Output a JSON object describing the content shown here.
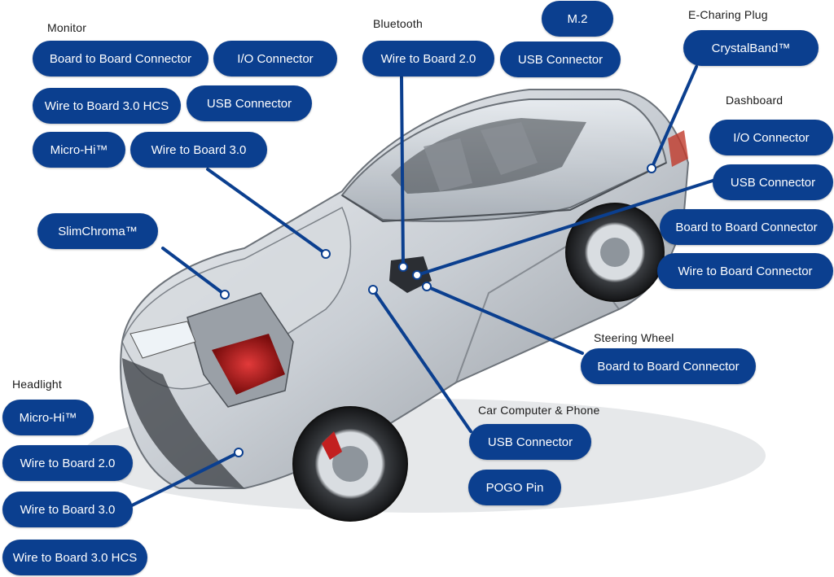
{
  "colors": {
    "pill_bg": "#0b3f8f",
    "pill_text": "#ffffff",
    "leader_line": "#0b3f8f",
    "heading_text": "#1a1a1a"
  },
  "car_image": "transparent-sedan-illustration",
  "groups": {
    "monitor": {
      "heading": "Monitor",
      "items": [
        "Board to Board Connector",
        "I/O Connector",
        "Wire to Board 3.0 HCS",
        "USB Connector",
        "Micro-Hi™",
        "Wire to Board 3.0"
      ]
    },
    "slimchroma": {
      "items": [
        "SlimChroma™"
      ]
    },
    "bluetooth": {
      "heading": "Bluetooth",
      "items": [
        "Wire to Board 2.0"
      ]
    },
    "misc_top": {
      "items": [
        "M.2",
        "USB Connector"
      ]
    },
    "echarging": {
      "heading": "E-Charing Plug",
      "items": [
        "CrystalBand™"
      ]
    },
    "dashboard": {
      "heading": "Dashboard",
      "items": [
        "I/O Connector",
        "USB Connector",
        "Board to Board Connector",
        "Wire to Board Connector"
      ]
    },
    "steering": {
      "heading": "Steering Wheel",
      "items": [
        "Board to Board Connector"
      ]
    },
    "car_computer": {
      "heading": "Car Computer & Phone",
      "items": [
        "USB Connector",
        "POGO Pin"
      ]
    },
    "headlight": {
      "heading": "Headlight",
      "items": [
        "Micro-Hi™",
        "Wire to Board 2.0",
        "Wire to Board 3.0",
        "Wire to Board 3.0 HCS"
      ]
    }
  }
}
